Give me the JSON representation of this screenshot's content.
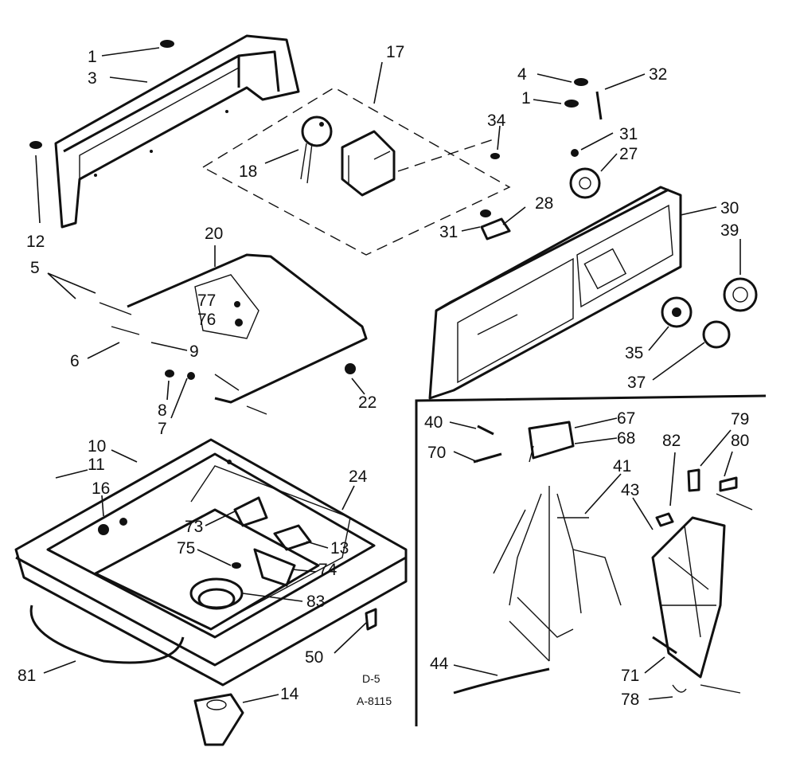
{
  "labels": {
    "l1a": "1",
    "l3": "3",
    "l17": "17",
    "l4": "4",
    "l32": "32",
    "l1b": "1",
    "l34": "34",
    "l31a": "31",
    "l27": "27",
    "l18": "18",
    "l12": "12",
    "l28": "28",
    "l30": "30",
    "l39": "39",
    "l31b": "31",
    "l20": "20",
    "l5": "5",
    "l77": "77",
    "l76": "76",
    "l6": "6",
    "l9": "9",
    "l8": "8",
    "l7": "7",
    "l22": "22",
    "l35": "35",
    "l37": "37",
    "l40": "40",
    "l67": "67",
    "l68": "68",
    "l70": "70",
    "l41": "41",
    "l43": "43",
    "l82": "82",
    "l79": "79",
    "l80": "80",
    "l10": "10",
    "l11": "11",
    "l16": "16",
    "l24": "24",
    "l73": "73",
    "l13": "13",
    "l75": "75",
    "l74": "74",
    "l83": "83",
    "l50": "50",
    "l81": "81",
    "l14": "14",
    "l44": "44",
    "l71": "71",
    "l78": "78"
  },
  "footer": {
    "code1": "D-5",
    "code2": "A-8115"
  }
}
